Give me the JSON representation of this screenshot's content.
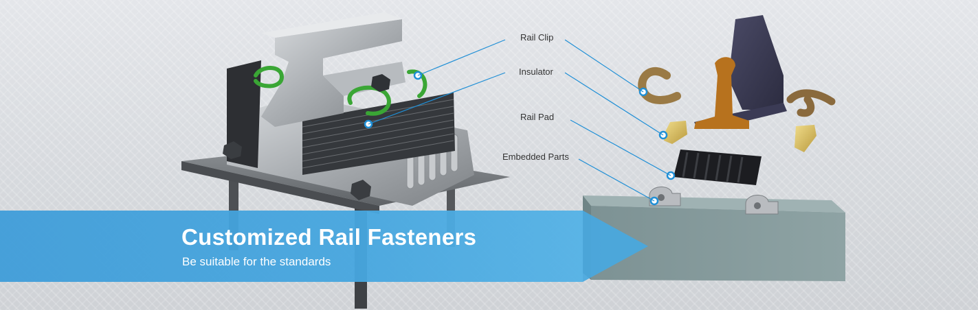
{
  "banner": {
    "title": "Customized Rail Fasteners",
    "subtitle": "Be suitable for the standards"
  },
  "labels": {
    "rail_clip": "Rail Clip",
    "insulator": "Insulator",
    "rail_pad": "Rail Pad",
    "embedded_parts": "Embedded Parts"
  },
  "colors": {
    "accent_blue": "#46a6df",
    "leader_line": "#1f8fd6",
    "clip_green": "#3aa635"
  }
}
